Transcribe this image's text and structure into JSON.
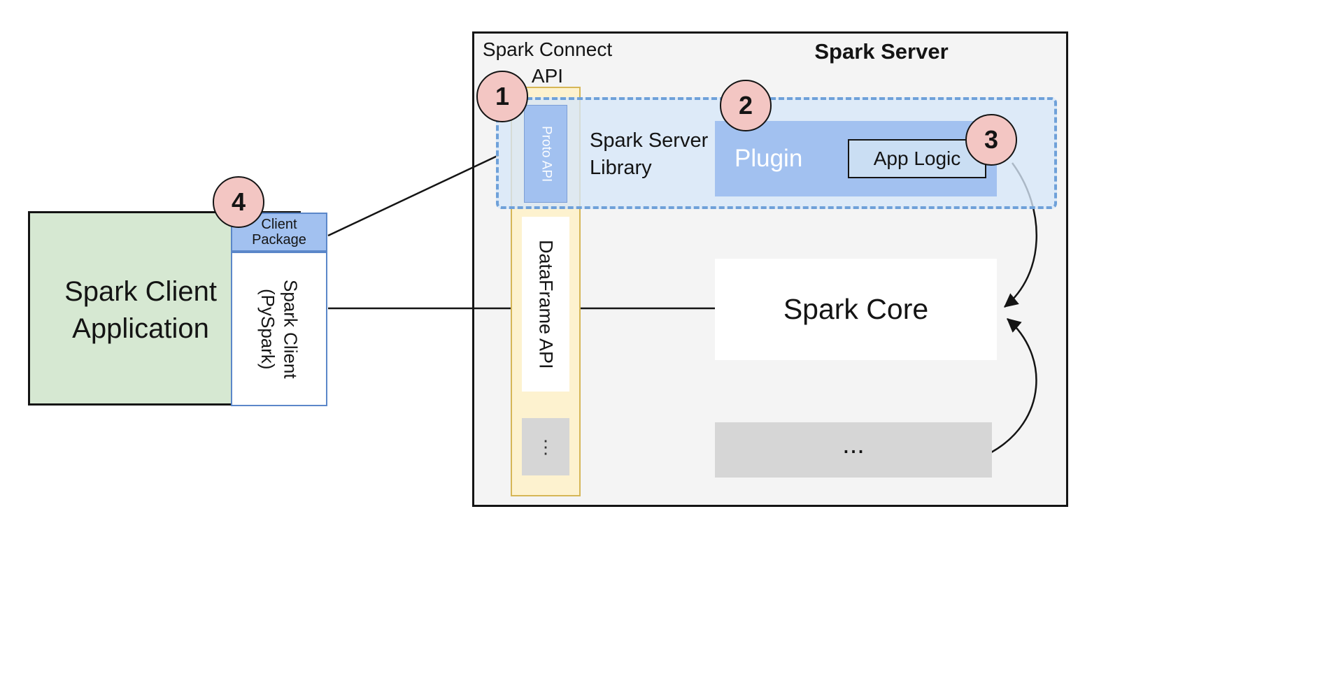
{
  "colors": {
    "client_app_fill": "#d6e8d2",
    "blue_fill": "#a2c1f0",
    "dashed_region_fill": "#dbe8f7",
    "dashed_border": "#6fa1d9",
    "app_logic_fill": "#cadef3",
    "api_column_fill": "#fdf2cf",
    "api_column_border": "#d6b656",
    "gray_fill": "#d6d6d6",
    "server_fill": "#f4f4f4",
    "badge_fill": "#f3c6c3",
    "line_color": "#141414"
  },
  "client": {
    "application_label": "Spark Client Application",
    "package_label": "Client Package",
    "library_label": "Spark Client (PySpark)"
  },
  "server": {
    "title": "Spark Server",
    "connect_api_label": "Spark Connect API",
    "proto_api_label": "Proto API",
    "dataframe_api_label": "DataFrame API",
    "column_more_label": "⋮",
    "library_label": "Spark Server Library",
    "plugin_label": "Plugin",
    "app_logic_label": "App Logic",
    "core_label": "Spark Core",
    "more_label": "..."
  },
  "badges": {
    "one": "1",
    "two": "2",
    "three": "3",
    "four": "4"
  }
}
